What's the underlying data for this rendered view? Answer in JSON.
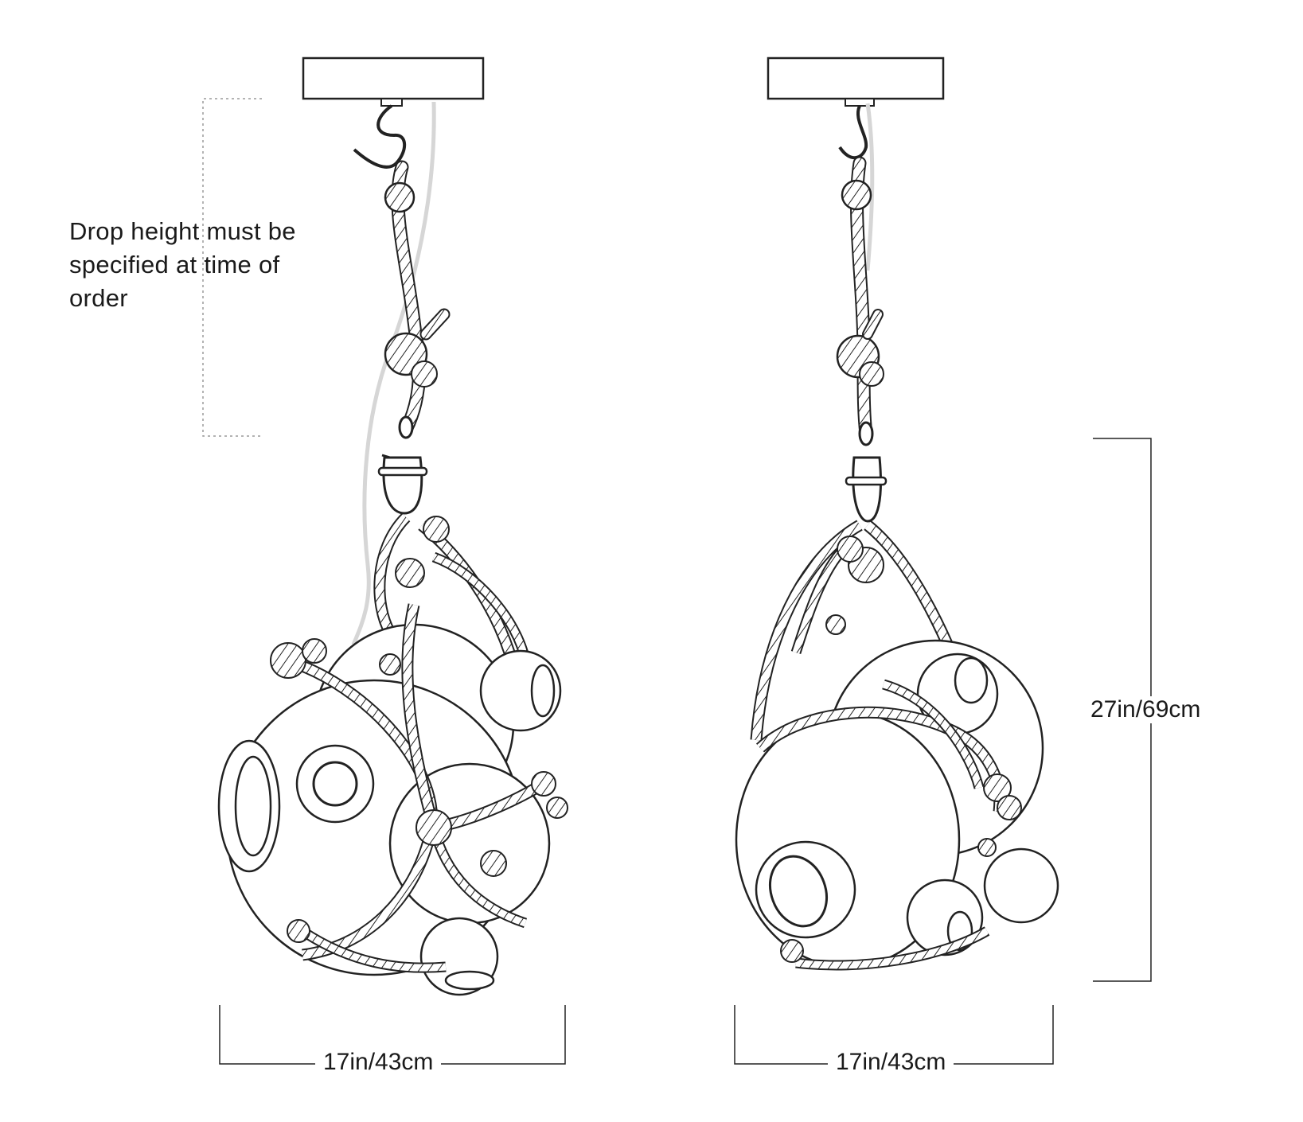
{
  "notes": {
    "drop_height": "Drop height must be specified at time of order"
  },
  "dimensions": {
    "left_width": "17in/43cm",
    "right_width": "17in/43cm",
    "right_height": "27in/69cm"
  },
  "colors": {
    "line": "#222222",
    "dotted": "#9a9a9a",
    "cable": "#d6d6d6",
    "background": "#ffffff"
  }
}
